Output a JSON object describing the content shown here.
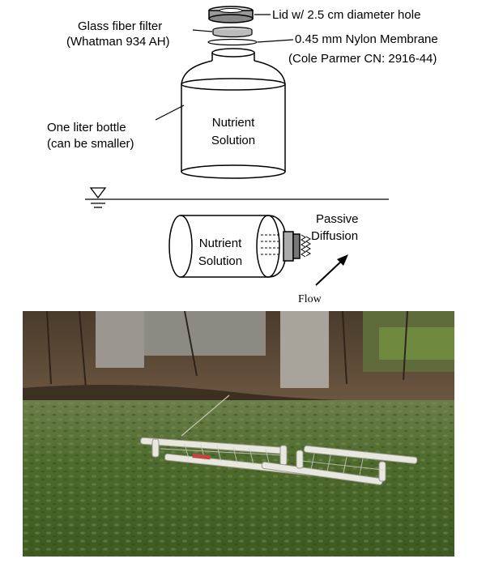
{
  "labels": {
    "lid": "Lid w/ 2.5 cm diameter hole",
    "filter_line1": "Glass fiber filter",
    "filter_line2": "(Whatman 934 AH)",
    "membrane_line1": "0.45 mm Nylon Membrane",
    "membrane_line2": "(Cole Parmer CN: 2916-44)",
    "bottle_line1": "One liter bottle",
    "bottle_line2": "(can be smaller)",
    "nutrient_line1": "Nutrient",
    "nutrient_line2": "Solution",
    "diffusion_line1": "Passive",
    "diffusion_line2": "Diffusion",
    "flow": "Flow"
  },
  "photo": {
    "description_icon": "river-photo"
  },
  "colors": {
    "water": "#4d6a2a",
    "pipe": "#e8e8e0",
    "bank": "#5a4a3a"
  }
}
